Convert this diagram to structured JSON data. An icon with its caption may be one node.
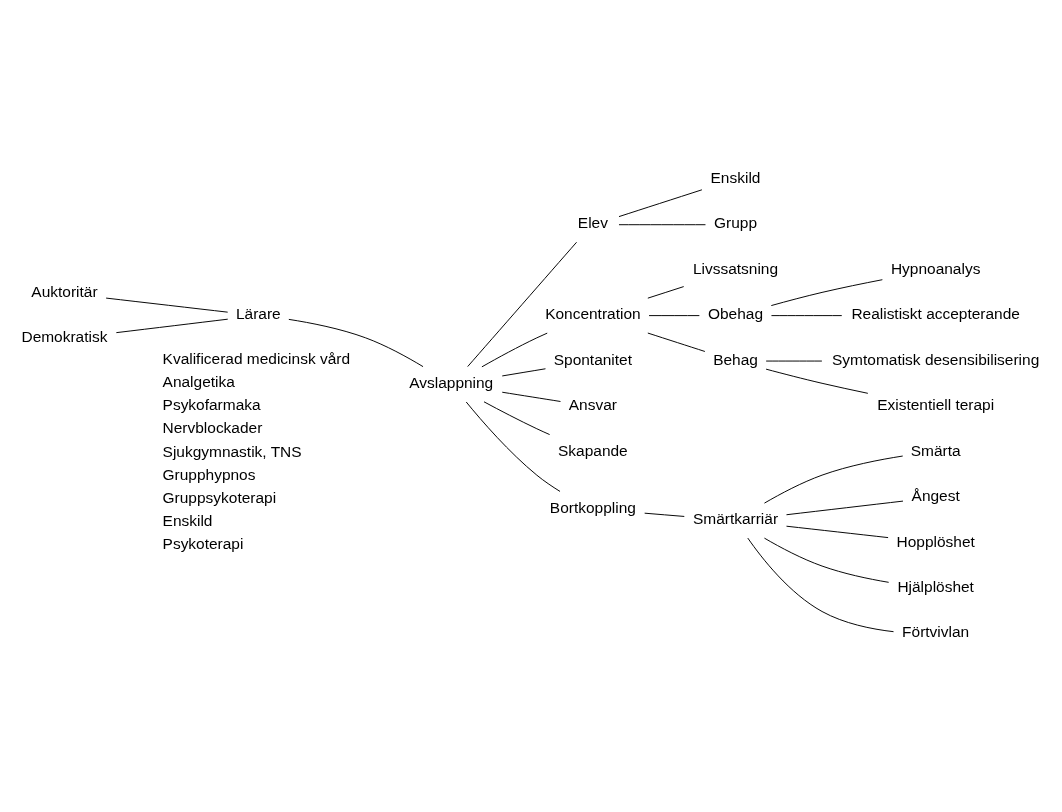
{
  "diagram": {
    "nodes": [
      {
        "text": [
          "Auktoritär"
        ]
      },
      {
        "text": [
          "Demokratisk"
        ]
      },
      {
        "text": [
          "Lärare"
        ]
      },
      {
        "text": [
          "Avslappning"
        ]
      },
      {
        "text": [
          "Elev"
        ]
      },
      {
        "text": [
          "Enskild"
        ]
      },
      {
        "text": [
          "Grupp"
        ]
      },
      {
        "text": [
          "Koncentration"
        ]
      },
      {
        "text": [
          "Livssatsning"
        ]
      },
      {
        "text": [
          "Obehag"
        ]
      },
      {
        "text": [
          "Behag"
        ]
      },
      {
        "text": [
          "Symtomatisk desensibilisering"
        ]
      },
      {
        "text": [
          "Existentiell terapi"
        ]
      },
      {
        "text": [
          "Hypnoanalys"
        ]
      },
      {
        "text": [
          "Realistiskt accepterande"
        ]
      },
      {
        "text": [
          "Spontanitet"
        ]
      },
      {
        "text": [
          "Ansvar"
        ]
      },
      {
        "text": [
          "Skapande"
        ]
      },
      {
        "text": [
          "Bortkoppling"
        ]
      },
      {
        "text": [
          "Smärtkarriär"
        ]
      },
      {
        "text": [
          "Smärta"
        ]
      },
      {
        "text": [
          "Ångest"
        ]
      },
      {
        "text": [
          "Hopplöshet"
        ]
      },
      {
        "text": [
          "Hjälplöshet"
        ]
      },
      {
        "text": [
          "Förtvivlan"
        ]
      }
    ],
    "edges": [
      {
        "from": 0,
        "to": 2,
        "arrow": "none"
      },
      {
        "from": 1,
        "to": 2,
        "arrow": "none"
      },
      {
        "from": 2,
        "to": 3,
        "arrow": "none"
      },
      {
        "from": 3,
        "to": 4,
        "arrow": "none"
      },
      {
        "from": 4,
        "to": 5,
        "arrow": "none"
      },
      {
        "from": 4,
        "to": 6,
        "arrow": "none"
      },
      {
        "from": 3,
        "to": 7,
        "arrow": "none"
      },
      {
        "from": 7,
        "to": 8,
        "arrow": "none"
      },
      {
        "from": 7,
        "to": 9,
        "arrow": "none"
      },
      {
        "from": 7,
        "to": 10,
        "arrow": "none"
      },
      {
        "from": 10,
        "to": 11,
        "arrow": "none"
      },
      {
        "from": 10,
        "to": 12,
        "arrow": "none"
      },
      {
        "from": 9,
        "to": 13,
        "arrow": "none"
      },
      {
        "from": 9,
        "to": 14,
        "arrow": "none"
      },
      {
        "from": 3,
        "to": 15,
        "arrow": "none"
      },
      {
        "from": 3,
        "to": 16,
        "arrow": "none"
      },
      {
        "from": 3,
        "to": 17,
        "arrow": "none"
      },
      {
        "from": 3,
        "to": 18,
        "arrow": "none"
      },
      {
        "from": 18,
        "to": 19,
        "arrow": "none"
      },
      {
        "from": 19,
        "to": 20,
        "arrow": "none"
      },
      {
        "from": 19,
        "to": 21,
        "arrow": "none"
      },
      {
        "from": 19,
        "to": 22,
        "arrow": "none"
      },
      {
        "from": 19,
        "to": 23,
        "arrow": "none"
      },
      {
        "from": 19,
        "to": 24,
        "arrow": "none"
      }
    ],
    "labels": [
      "Kvalificerad medicinsk vård",
      "Analgetika",
      "Psykofarmaka",
      "Nervblockader",
      "Sjukgymnastik, TNS",
      "Grupphypnos",
      "Gruppsykoterapi",
      "Enskild",
      "Psykoterapi"
    ]
  }
}
